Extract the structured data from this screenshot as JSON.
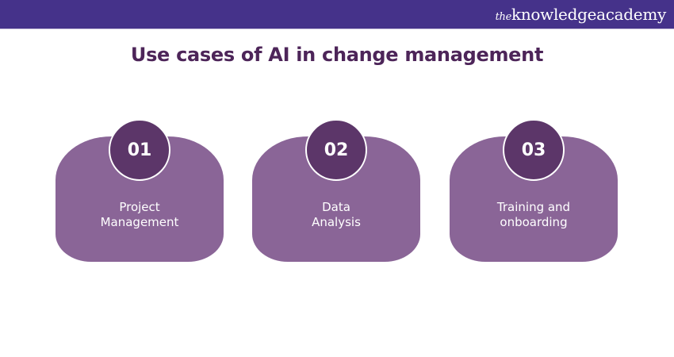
{
  "header": {
    "logo_prefix": "the",
    "logo_text": "knowledgeacademy"
  },
  "title": "Use cases of AI in change management",
  "cards": [
    {
      "number": "01",
      "line1": "Project",
      "line2": "Management"
    },
    {
      "number": "02",
      "line1": "Data",
      "line2": "Analysis"
    },
    {
      "number": "03",
      "line1": "Training and",
      "line2": "onboarding"
    }
  ],
  "colors": {
    "header": "#45328a",
    "card": "#8a6597",
    "circle": "#5c3669",
    "title": "#4d2559"
  }
}
